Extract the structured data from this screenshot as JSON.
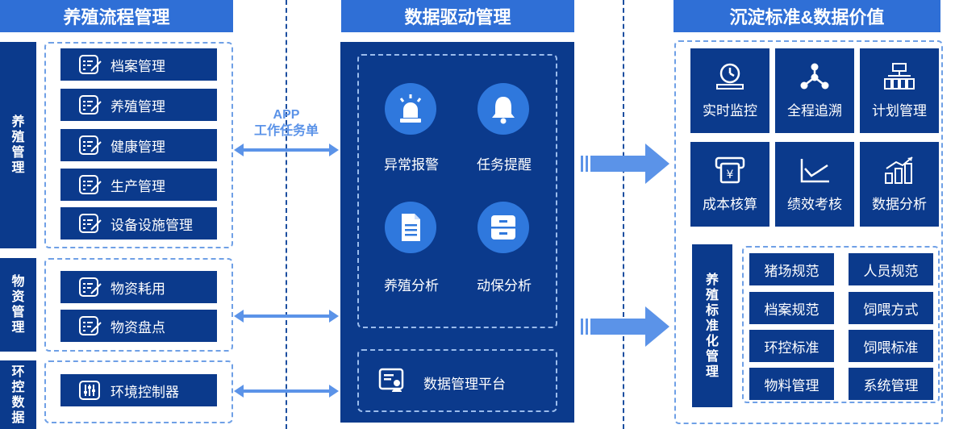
{
  "headers": {
    "left": "养殖流程管理",
    "middle": "数据驱动管理",
    "right": "沉淀标准&数据价值"
  },
  "left": {
    "groups": [
      {
        "label": "养殖管理",
        "items": [
          "档案管理",
          "养殖管理",
          "健康管理",
          "生产管理",
          "设备设施管理"
        ]
      },
      {
        "label": "物资管理",
        "items": [
          "物资耗用",
          "物资盘点"
        ]
      },
      {
        "label": "环控数据",
        "items": [
          "环境控制器"
        ]
      }
    ]
  },
  "connector_label": {
    "line1": "APP",
    "line2": "工作任务单"
  },
  "middle": {
    "features": [
      "异常报警",
      "任务提醒",
      "养殖分析",
      "动保分析"
    ],
    "platform": "数据管理平台"
  },
  "right": {
    "tiles": [
      "实时监控",
      "全程追溯",
      "计划管理",
      "成本核算",
      "绩效考核",
      "数据分析"
    ],
    "standards_label": "养殖标准化管理",
    "standards": [
      "猪场规范",
      "人员规范",
      "档案规范",
      "饲喂方式",
      "环控标准",
      "饲喂标准",
      "物料管理",
      "系统管理"
    ]
  },
  "colors": {
    "header": "#2f6fd6",
    "navy": "#0b3a8c",
    "accent": "#2f78dd",
    "arrow": "#5b93e8"
  }
}
